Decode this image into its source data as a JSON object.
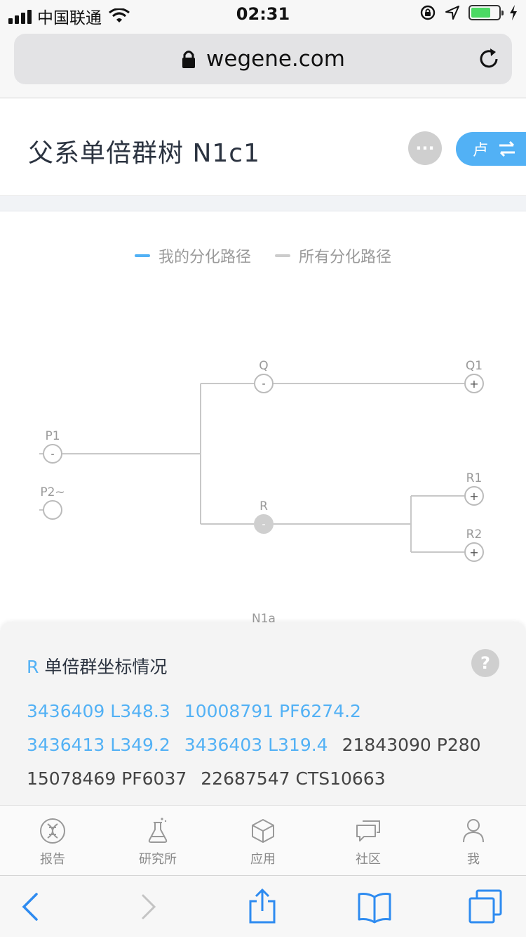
{
  "status_bar": {
    "carrier": "中国联通",
    "time": "02:31"
  },
  "address_bar": {
    "url": "wegene.com"
  },
  "header": {
    "title": "父系单倍群树 N1c1",
    "more_label": "···",
    "switch_label": "卢"
  },
  "legend": [
    {
      "label": "我的分化路径",
      "color": "#52b1f5"
    },
    {
      "label": "所有分化路径",
      "color": "#cccccc"
    }
  ],
  "tree": {
    "nodes": [
      {
        "label": "P1",
        "sign": "-"
      },
      {
        "label": "P2~",
        "sign": ""
      },
      {
        "label": "Q",
        "sign": "-"
      },
      {
        "label": "R",
        "sign": "-"
      },
      {
        "label": "Q1",
        "sign": "+"
      },
      {
        "label": "R1",
        "sign": "+"
      },
      {
        "label": "R2",
        "sign": "+"
      }
    ],
    "footer_label": "N1a"
  },
  "panel": {
    "highlight": "R",
    "title": "单倍群坐标情况",
    "help_label": "?",
    "markers": [
      {
        "text": "3436409 L348.3",
        "matched": true
      },
      {
        "text": "10008791 PF6274.2",
        "matched": true
      },
      {
        "text": "3436413 L349.2",
        "matched": true
      },
      {
        "text": "3436403 L319.4",
        "matched": true
      },
      {
        "text": "21843090 P280",
        "matched": false
      },
      {
        "text": "15078469 PF6037",
        "matched": false
      },
      {
        "text": "22687547 CTS10663",
        "matched": false
      }
    ]
  },
  "tabs": [
    {
      "label": "报告",
      "icon": "dna-icon"
    },
    {
      "label": "研究所",
      "icon": "flask-icon"
    },
    {
      "label": "应用",
      "icon": "cube-icon"
    },
    {
      "label": "社区",
      "icon": "chat-icon"
    },
    {
      "label": "我",
      "icon": "user-icon"
    }
  ],
  "colors": {
    "accent": "#52b1f5",
    "line": "#c8c8c8"
  }
}
